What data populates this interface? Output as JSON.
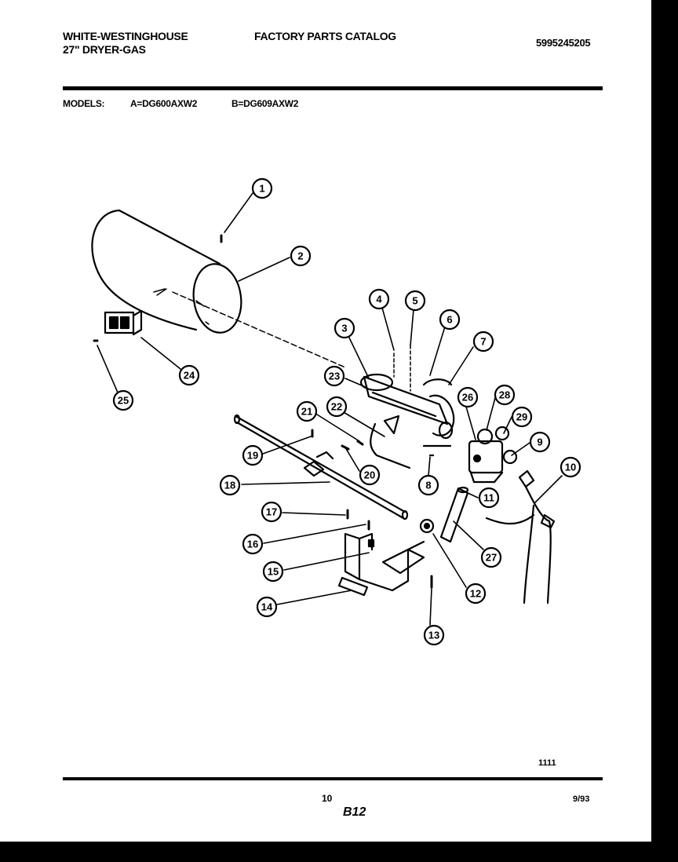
{
  "header": {
    "brand": "WHITE-WESTINGHOUSE",
    "product": "27\" DRYER-GAS",
    "catalog": "FACTORY PARTS CATALOG",
    "catalog_number": "5995245205",
    "models_label": "MODELS:",
    "model_a": "A=DG600AXW2",
    "model_b": "B=DG609AXW2"
  },
  "diagram": {
    "callouts": [
      "1",
      "2",
      "3",
      "4",
      "5",
      "6",
      "7",
      "8",
      "9",
      "10",
      "11",
      "12",
      "13",
      "14",
      "15",
      "16",
      "17",
      "18",
      "19",
      "20",
      "21",
      "22",
      "23",
      "24",
      "25",
      "26",
      "27",
      "28",
      "29"
    ]
  },
  "footer": {
    "code": "1111",
    "page_number": "10",
    "section": "B12",
    "date": "9/93"
  }
}
